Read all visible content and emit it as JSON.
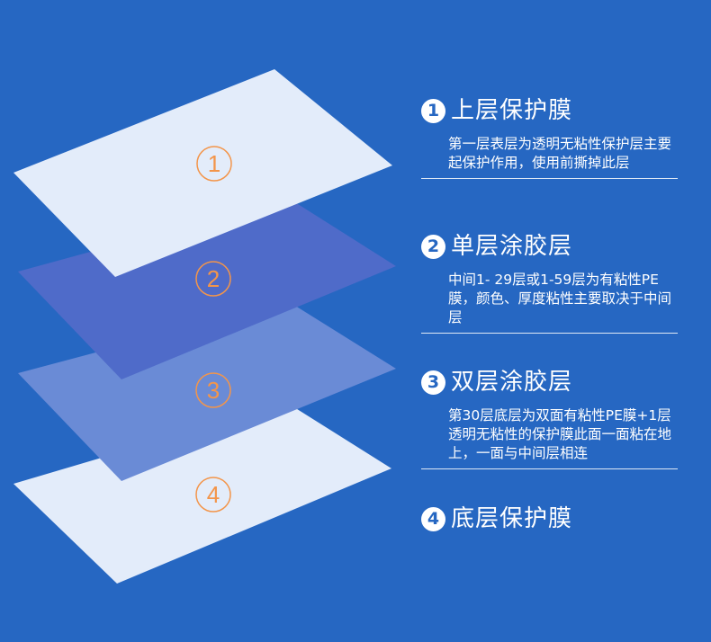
{
  "layers": [
    {
      "num": "1",
      "circle": "①",
      "title": "上层保护膜",
      "desc": "第一层表层为透明无粘性保护层主要起保护作用，使用前撕掉此层"
    },
    {
      "num": "2",
      "circle": "②",
      "title": "单层涂胶层",
      "desc": "中间1- 29层或1-59层为有粘性PE膜，颜色、厚度粘性主要取决于中间层"
    },
    {
      "num": "3",
      "circle": "③",
      "title": "双层涂胶层",
      "desc": "第30层底层为双面有粘性PE膜+1层透明无粘性的保护膜此面一面粘在地上，一面与中间层相连"
    },
    {
      "num": "4",
      "circle": "④",
      "title": "底层保护膜",
      "desc": ""
    }
  ],
  "colors": {
    "background": "#2667c2",
    "sheet_light": "#e3ecfa",
    "sheet_mid": "#4f6bc9",
    "sheet_soft": "#6a8bd6",
    "number_orange": "#f3954a"
  }
}
